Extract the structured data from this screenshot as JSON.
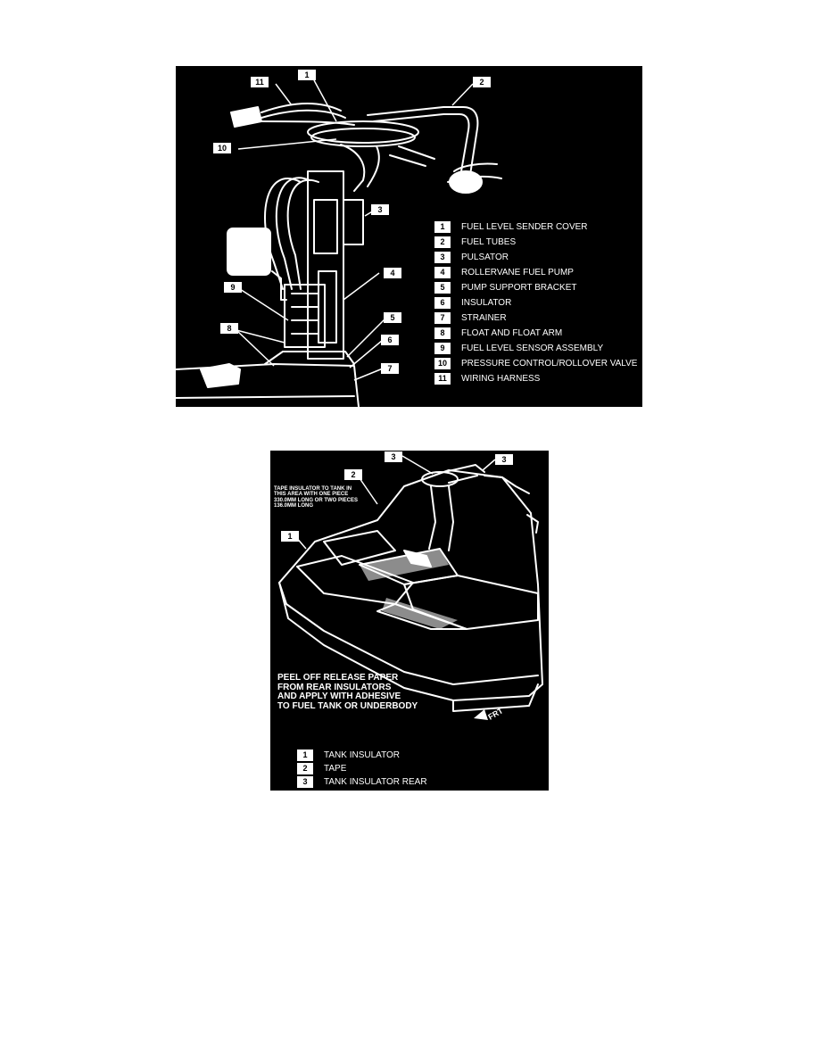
{
  "figure1": {
    "callouts": {
      "c1": "1",
      "c2": "2",
      "c3": "3",
      "c4": "4",
      "c5": "5",
      "c6": "6",
      "c7": "7",
      "c8": "8",
      "c9": "9",
      "c10": "10",
      "c11": "11"
    },
    "legend": [
      {
        "num": "1",
        "text": "FUEL LEVEL SENDER COVER"
      },
      {
        "num": "2",
        "text": "FUEL TUBES"
      },
      {
        "num": "3",
        "text": "PULSATOR"
      },
      {
        "num": "4",
        "text": "ROLLERVANE FUEL PUMP"
      },
      {
        "num": "5",
        "text": "PUMP SUPPORT BRACKET"
      },
      {
        "num": "6",
        "text": "INSULATOR"
      },
      {
        "num": "7",
        "text": "STRAINER"
      },
      {
        "num": "8",
        "text": "FLOAT AND FLOAT ARM"
      },
      {
        "num": "9",
        "text": "FUEL LEVEL SENSOR ASSEMBLY"
      },
      {
        "num": "10",
        "text": "PRESSURE CONTROL/ROLLOVER VALVE"
      },
      {
        "num": "11",
        "text": "WIRING HARNESS"
      }
    ]
  },
  "figure2": {
    "callouts": {
      "c1": "1",
      "c2": "2",
      "c3a": "3",
      "c3b": "3"
    },
    "note_top": "TAPE INSULATOR TO TANK IN\nTHIS AREA WITH ONE PIECE\n330.0MM LONG OR TWO PIECES\n136.0MM LONG",
    "note_bottom": "PEEL OFF RELEASE PAPER\nFROM REAR INSULATORS\nAND APPLY WITH ADHESIVE\nTO FUEL TANK OR UNDERBODY",
    "direction": "FRT",
    "legend": [
      {
        "num": "1",
        "text": "TANK INSULATOR"
      },
      {
        "num": "2",
        "text": "TAPE"
      },
      {
        "num": "3",
        "text": "TANK INSULATOR REAR"
      }
    ]
  }
}
